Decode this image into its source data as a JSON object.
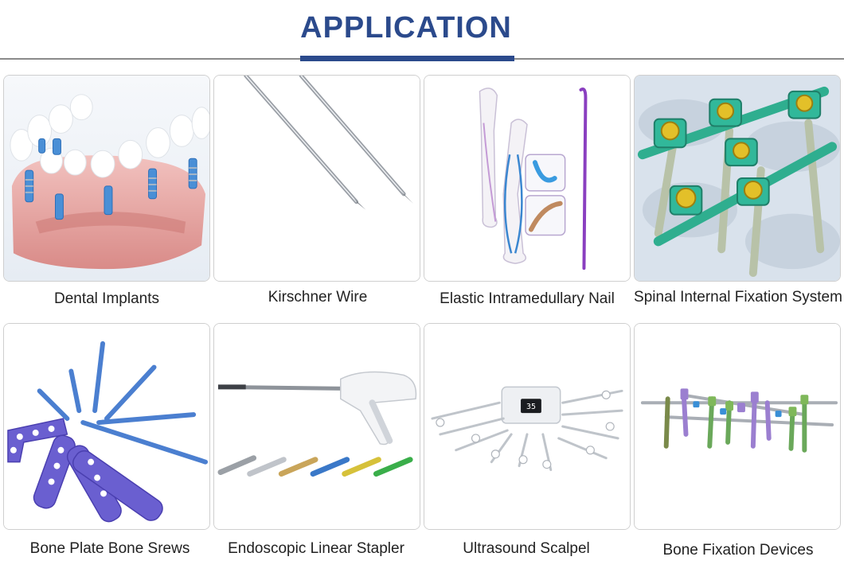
{
  "header": {
    "title": "APPLICATION"
  },
  "items": [
    {
      "label": "Dental Implants"
    },
    {
      "label": "Kirschner Wire"
    },
    {
      "label": "Elastic Intramedullary Nail"
    },
    {
      "label": "Spinal Internal Fixation System"
    },
    {
      "label": "Bone Plate Bone Srews"
    },
    {
      "label": "Endoscopic Linear Stapler"
    },
    {
      "label": "Ultrasound Scalpel"
    },
    {
      "label": "Bone Fixation Devices"
    }
  ],
  "stapler_display": {
    "value": "35"
  },
  "colors": {
    "title": "#2b4a8c",
    "implant_blue": "#4a8fd6",
    "gum_pink": "#e9a9a6",
    "spinal_green": "#2fae8f",
    "screw_gold": "#d9b21f",
    "plate_purple": "#6a5fd0"
  }
}
